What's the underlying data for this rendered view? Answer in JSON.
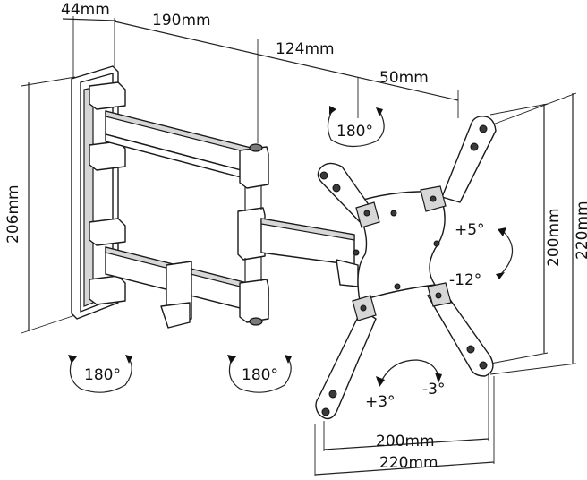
{
  "dimensions": {
    "depth_44": "44mm",
    "arm_190": "190mm",
    "arm_124": "124mm",
    "offset_50": "50mm",
    "height_206": "206mm",
    "vesa_v_200": "200mm",
    "vesa_v_220": "220mm",
    "vesa_h_200": "200mm",
    "vesa_h_220": "220mm"
  },
  "rotations": {
    "swivel_top": "180°",
    "swivel_wall": "180°",
    "swivel_elbow": "180°",
    "tilt_up": "+5°",
    "tilt_down": "-12°",
    "rotate_pos": "+3°",
    "rotate_neg": "-3°"
  }
}
